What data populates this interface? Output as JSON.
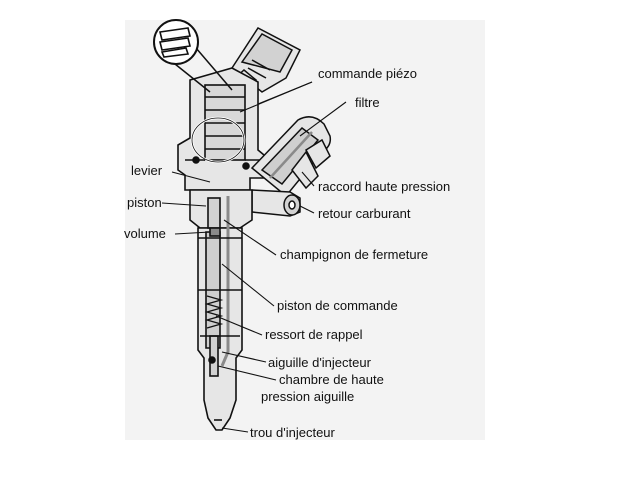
{
  "diagram": {
    "labels": {
      "commande_piezo": "commande piézo",
      "filtre": "filtre",
      "levier": "levier",
      "raccord_haute_pression": "raccord haute pression",
      "piston": "piston",
      "retour_carburant": "retour carburant",
      "volume": "volume",
      "champignon_de_fermeture": "champignon de fermeture",
      "piston_de_commande": "piston de commande",
      "ressort_de_rappel": "ressort de rappel",
      "aiguille_d_injecteur": "aiguille d'injecteur",
      "chambre_de_haute_line1": "chambre de haute",
      "chambre_de_haute_line2": "pression aiguille",
      "trou_d_injecteur": "trou d'injecteur"
    },
    "colors": {
      "outline": "#111111",
      "body_fill": "#e6e6e6",
      "shade_fill": "#c9c9c9",
      "dark_fill": "#8a8a8a",
      "background_panel": "#f3f3f3"
    }
  }
}
